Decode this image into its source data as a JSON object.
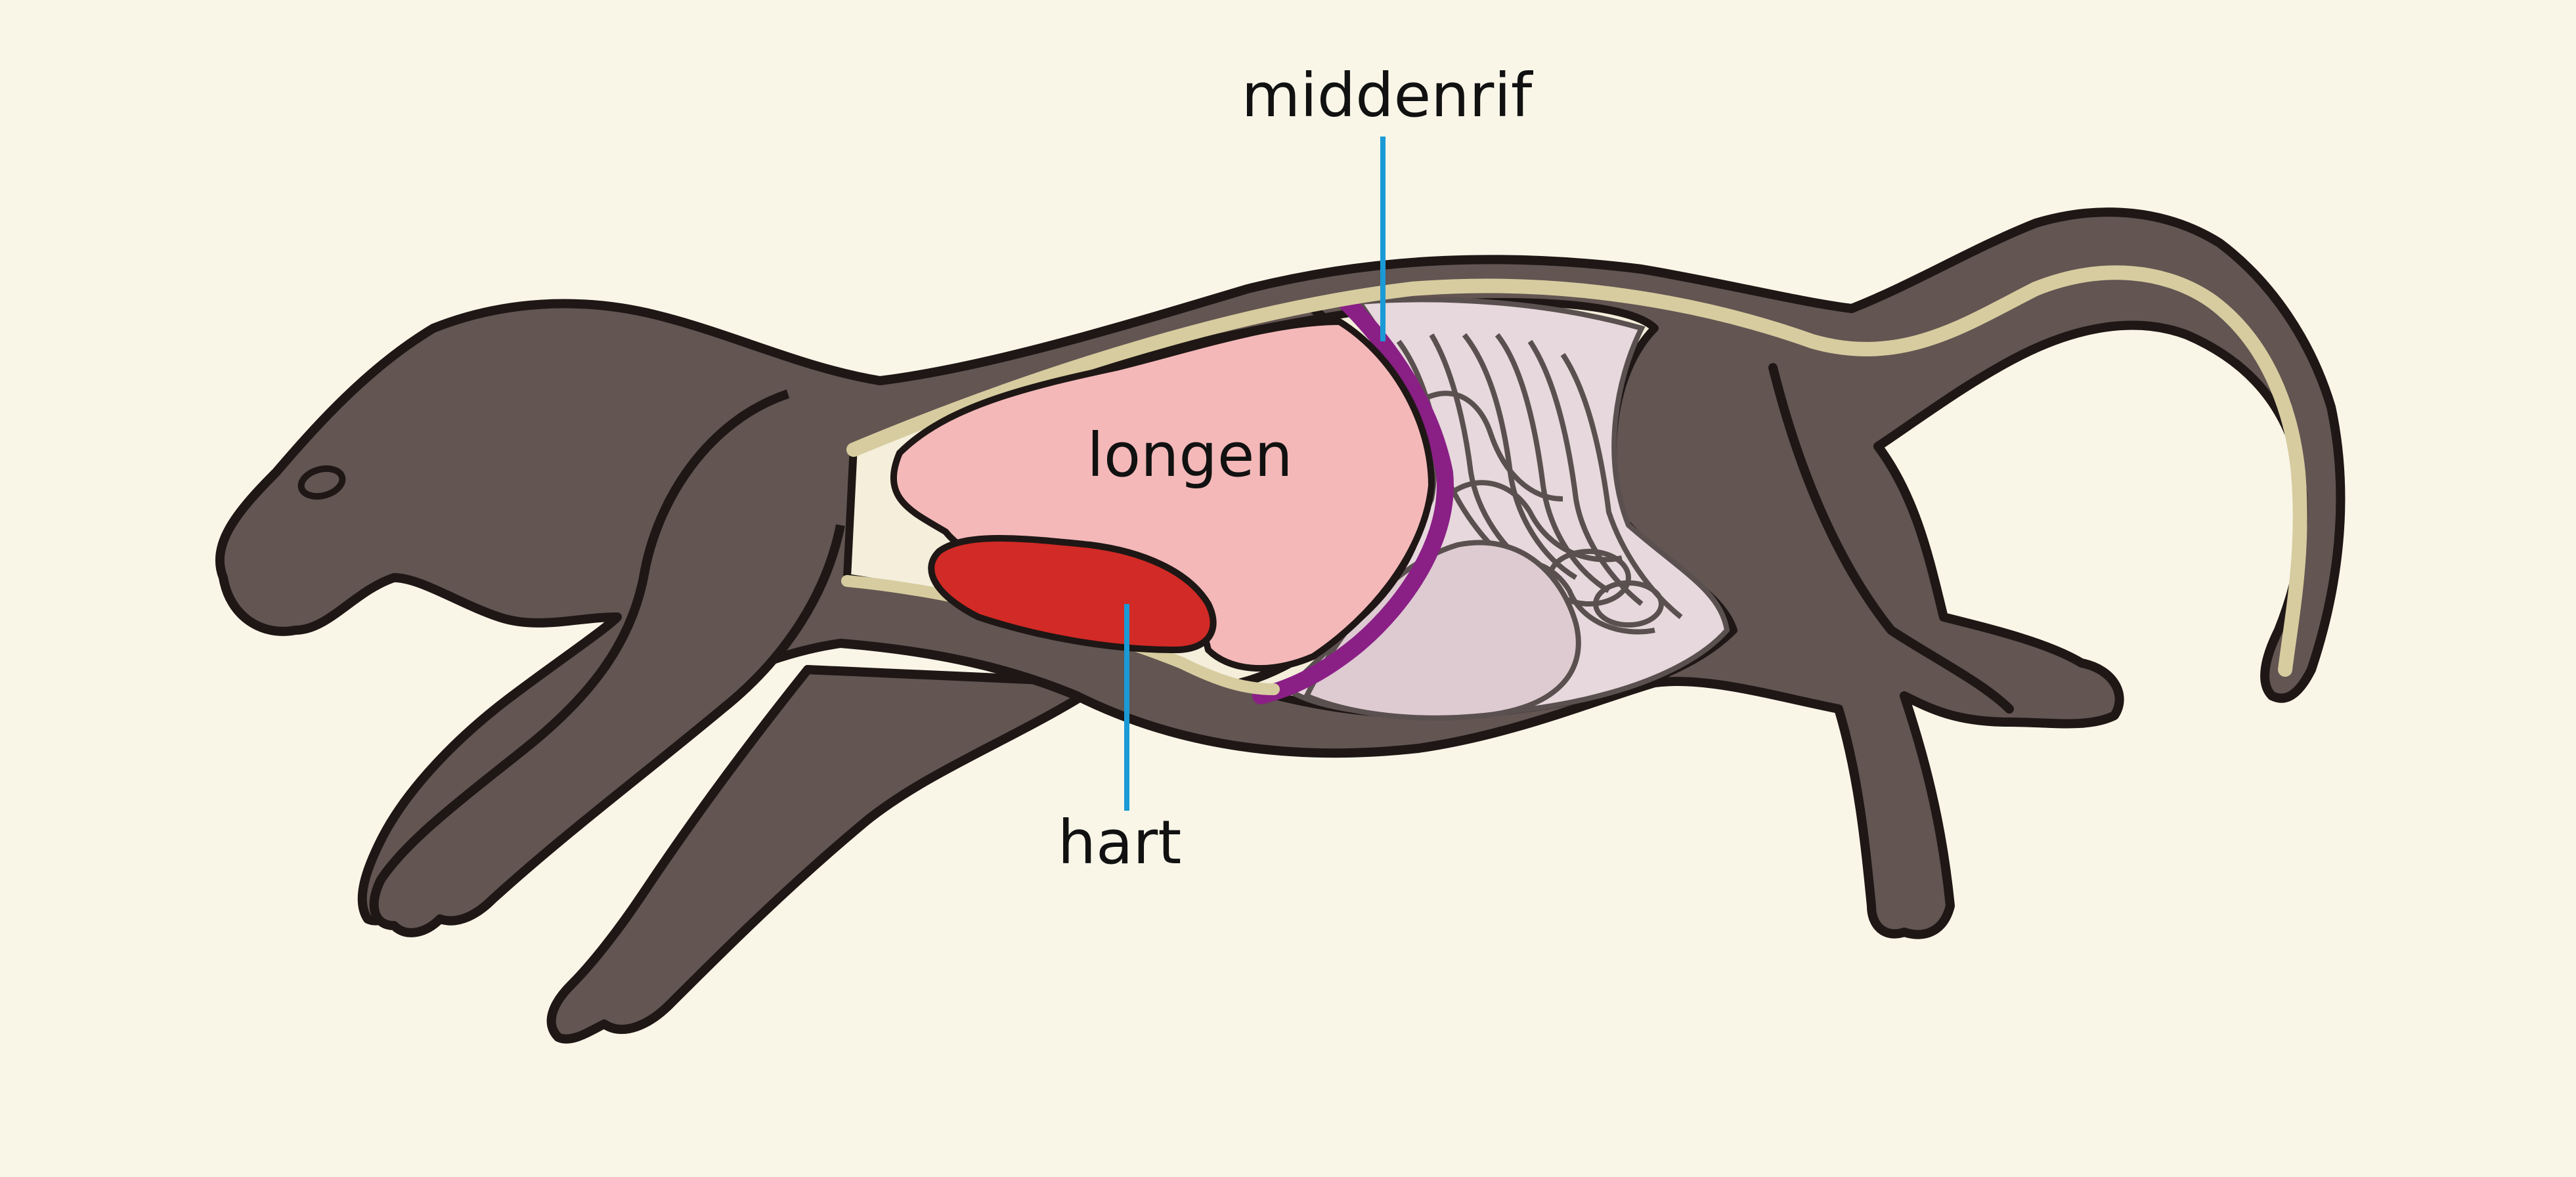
{
  "labels": {
    "diaphragm": "middenrif",
    "lungs": "longen",
    "heart": "hart"
  },
  "colors": {
    "background": "#f9f6e8",
    "body": "#625552",
    "outline": "#1e1715",
    "spine": "#d7cc9f",
    "lungs": "#f4b8b8",
    "heart": "#d22a26",
    "diaphragm": "#8a1f86",
    "abdomen": "#e6d8dc",
    "intestines": "#5b5050",
    "leader_line": "#1a9ad6"
  }
}
